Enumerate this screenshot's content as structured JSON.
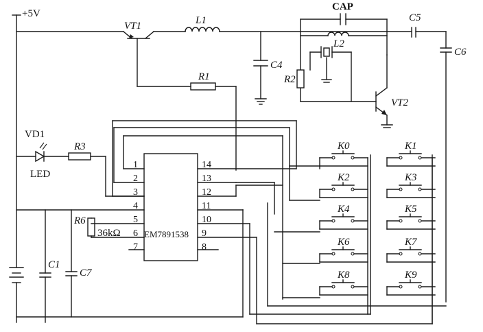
{
  "supply": "+5V",
  "components": {
    "vt1": "VT1",
    "vt2": "VT2",
    "l1": "L1",
    "l2": "L2",
    "cap": "CAP",
    "c1": "C1",
    "c4": "C4",
    "c5": "C5",
    "c6": "C6",
    "c7": "C7",
    "r1": "R1",
    "r2": "R2",
    "r3": "R3",
    "r6": "R6",
    "r6_value": "36kΩ",
    "vd1": "VD1",
    "led": "LED"
  },
  "ic": {
    "name": "EM7891538",
    "left_pins": [
      "1",
      "2",
      "3",
      "4",
      "5",
      "6",
      "7"
    ],
    "right_pins": [
      "14",
      "13",
      "12",
      "11",
      "10",
      "9",
      "8"
    ]
  },
  "keys": [
    "K0",
    "K1",
    "K2",
    "K3",
    "K4",
    "K5",
    "K6",
    "K7",
    "K8",
    "K9"
  ]
}
